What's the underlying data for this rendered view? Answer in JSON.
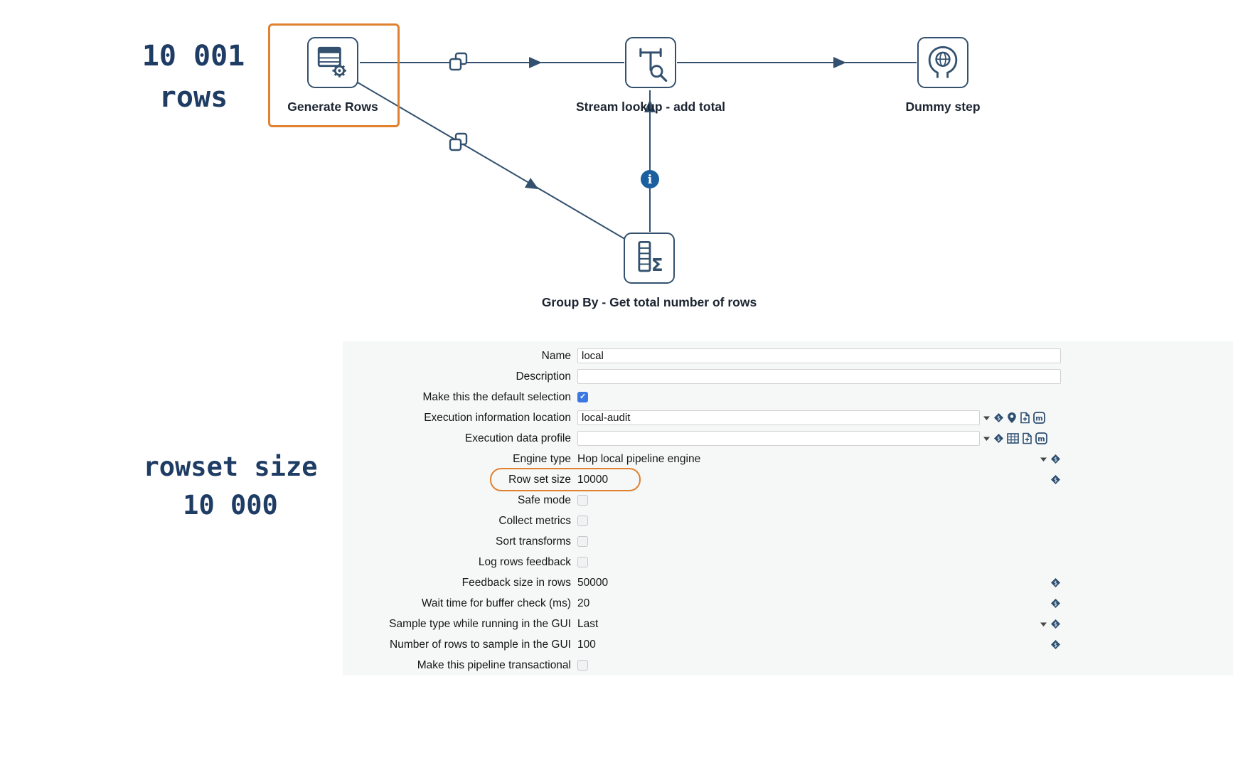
{
  "annotations": {
    "rows_note": [
      "10 001",
      "rows"
    ],
    "rowset_note": [
      "rowset size",
      "10 000"
    ]
  },
  "diagram": {
    "nodes": {
      "generate_rows": "Generate Rows",
      "stream_lookup": "Stream lookup - add total",
      "dummy": "Dummy step",
      "group_by": "Group By - Get total number of rows"
    }
  },
  "form": {
    "fields": [
      {
        "label": "Name",
        "value": "local"
      },
      {
        "label": "Description",
        "value": ""
      },
      {
        "label": "Make this the default selection",
        "checked": true
      },
      {
        "label": "Execution information location",
        "value": "local-audit"
      },
      {
        "label": "Execution data profile",
        "value": ""
      },
      {
        "label": "Engine type",
        "value": "Hop local pipeline engine"
      },
      {
        "label": "Row set size",
        "value": "10000"
      },
      {
        "label": "Safe mode",
        "checked": false
      },
      {
        "label": "Collect metrics",
        "checked": false
      },
      {
        "label": "Sort transforms",
        "checked": false
      },
      {
        "label": "Log rows feedback",
        "checked": false
      },
      {
        "label": "Feedback size in rows",
        "value": "50000"
      },
      {
        "label": "Wait time for buffer check (ms)",
        "value": "20"
      },
      {
        "label": "Sample type while running in the GUI",
        "value": "Last"
      },
      {
        "label": "Number of rows to sample in the GUI",
        "value": "100"
      },
      {
        "label": "Make this pipeline transactional",
        "checked": false
      }
    ]
  },
  "colors": {
    "accent_orange": "#E0812F",
    "diagram_navy": "#33516E",
    "info_blue": "#1B5FA0",
    "checkbox_blue": "#3B76E3",
    "annotation_navy": "#1E3C64"
  }
}
